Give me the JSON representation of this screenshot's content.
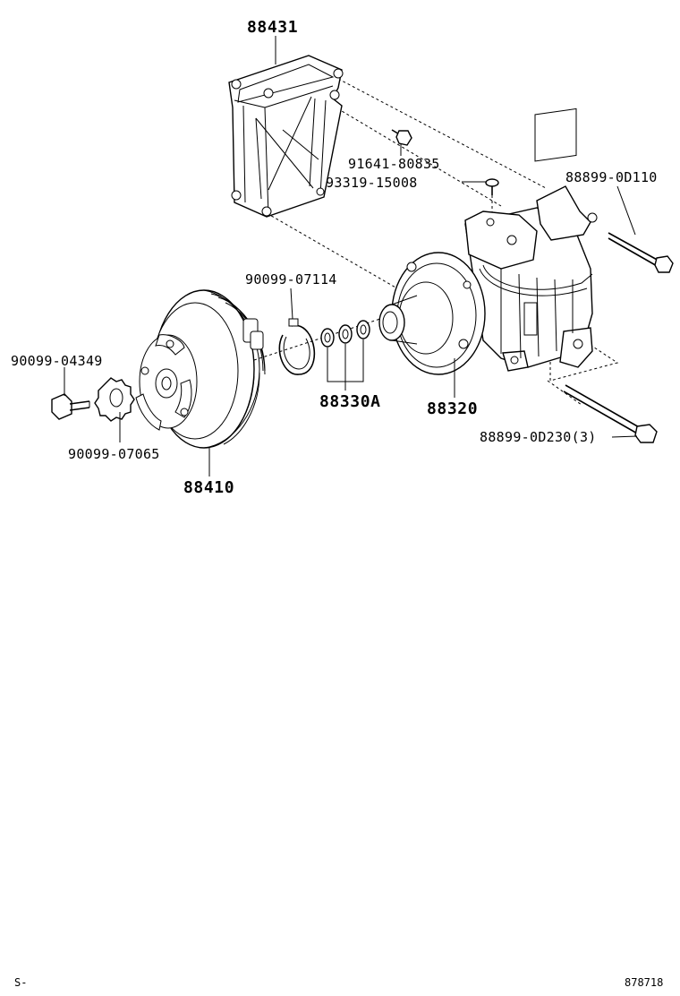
{
  "parts": {
    "bracket": "88431",
    "bolt_bracket": "91641-80835",
    "screw": "93319-15008",
    "bolt_long_top": "88899-0D110",
    "snap_ring": "90099-07114",
    "bolt_hub": "90099-04349",
    "shim_set": "88330A",
    "compressor": "88320",
    "bolt_long_bottom": "88899-0D230(3)",
    "washer_hub": "90099-07065",
    "pulley_clutch": "88410"
  },
  "footer": {
    "left_code": "S-",
    "illustration_number": "878718"
  }
}
